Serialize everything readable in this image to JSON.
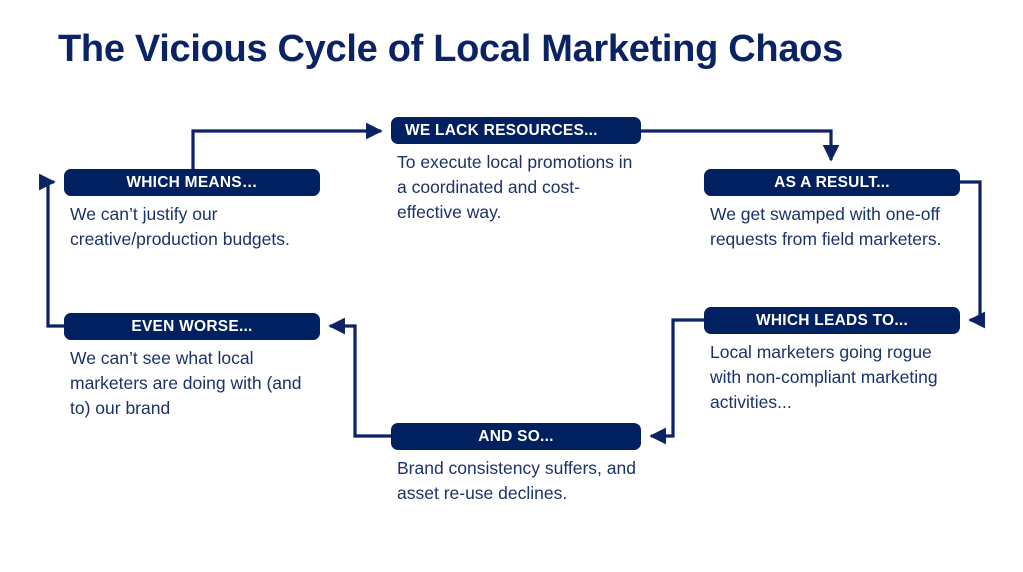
{
  "page": {
    "title": "The Vicious Cycle of Local Marketing Chaos",
    "colors": {
      "navy": "#002060",
      "title_navy": "#0b2265",
      "body_navy": "#1b3268",
      "background": "#ffffff"
    }
  },
  "nodes": [
    {
      "id": "we-lack-resources",
      "header": "WE LACK RESOURCES...",
      "body": "To execute local promotions in a coordinated and cost-effective way.",
      "header_align": "left"
    },
    {
      "id": "as-a-result",
      "header": "AS A RESULT...",
      "body": "We get swamped with one-off requests from field marketers.",
      "header_align": "center"
    },
    {
      "id": "which-leads-to",
      "header": "WHICH LEADS TO...",
      "body": "Local marketers going rogue with non-compliant marketing activities...",
      "header_align": "center"
    },
    {
      "id": "and-so",
      "header": "AND SO...",
      "body": "Brand consistency suffers, and asset re-use declines.",
      "header_align": "center"
    },
    {
      "id": "even-worse",
      "header": "EVEN WORSE...",
      "body": "We can’t see what local marketers are doing with (and to) our brand",
      "header_align": "center"
    },
    {
      "id": "which-means",
      "header": "WHICH MEANS…",
      "body": "We can’t justify our creative/production budgets.",
      "header_align": "center"
    }
  ],
  "connectors": [
    {
      "id": "lack-to-result",
      "from": "we-lack-resources",
      "to": "as-a-result"
    },
    {
      "id": "result-to-leads",
      "from": "as-a-result",
      "to": "which-leads-to"
    },
    {
      "id": "leads-to-andso",
      "from": "which-leads-to",
      "to": "and-so"
    },
    {
      "id": "andso-to-worse",
      "from": "and-so",
      "to": "even-worse"
    },
    {
      "id": "worse-to-means",
      "from": "even-worse",
      "to": "which-means"
    },
    {
      "id": "means-to-lack",
      "from": "which-means",
      "to": "we-lack-resources"
    }
  ]
}
